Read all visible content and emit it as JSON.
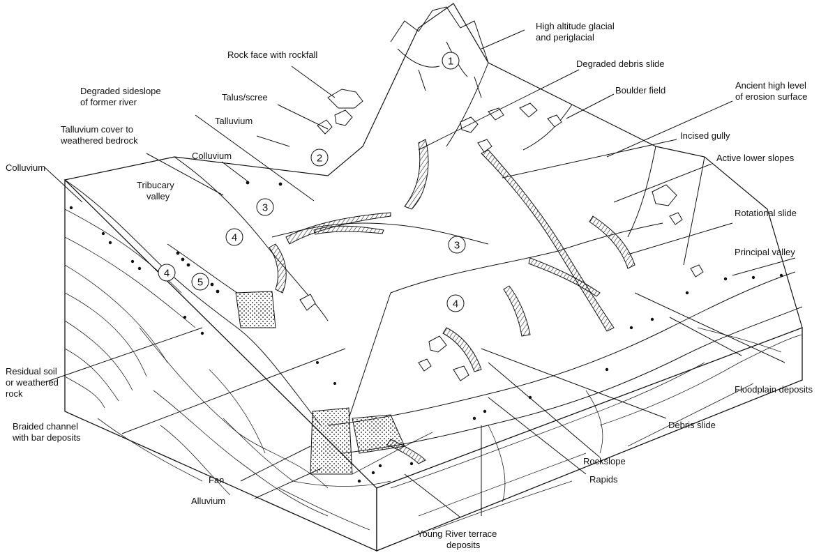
{
  "labels": {
    "high_altitude_1": "High altitude glacial",
    "high_altitude_2": "and periglacial",
    "rock_face": "Rock face with rockfall",
    "degraded_debris_slide": "Degraded debris slide",
    "degraded_sideslope_1": "Degraded sideslope",
    "degraded_sideslope_2": "of former river",
    "talus_scree": "Talus/scree",
    "boulder_field": "Boulder field",
    "ancient_surface_1": "Ancient high level",
    "ancient_surface_2": "of erosion surface",
    "talluvium": "Talluvium",
    "talluvium_cover_1": "Talluvium cover to",
    "talluvium_cover_2": "weathered bedrock",
    "incised_gully": "Incised gully",
    "colluvium_upper": "Colluvium",
    "active_lower_slopes": "Active lower slopes",
    "colluvium_left": "Colluvium",
    "tributary_valley_1": "Tribucary",
    "tributary_valley_2": "valley",
    "rotational_slide": "Rotational slide",
    "principal_valley": "Principal valley",
    "residual_soil_1": "Residual soil",
    "residual_soil_2": "or weathered",
    "residual_soil_3": "rock",
    "floodplain_deposits": "Floodplain deposits",
    "braided_channel_1": "Braided channel",
    "braided_channel_2": "with bar deposits",
    "debris_slide": "Debris slide",
    "rockslope": "Rockslope",
    "fan": "Fan",
    "rapids": "Rapids",
    "alluvium": "Alluvium",
    "young_terrace_1": "Young River terrace",
    "young_terrace_2": "deposits"
  },
  "zones": {
    "z1": "1",
    "z2": "2",
    "z3_left": "3",
    "z3_center": "3",
    "z4_small": "4",
    "z4_left": "4",
    "z5": "5",
    "z4_center": "4"
  }
}
